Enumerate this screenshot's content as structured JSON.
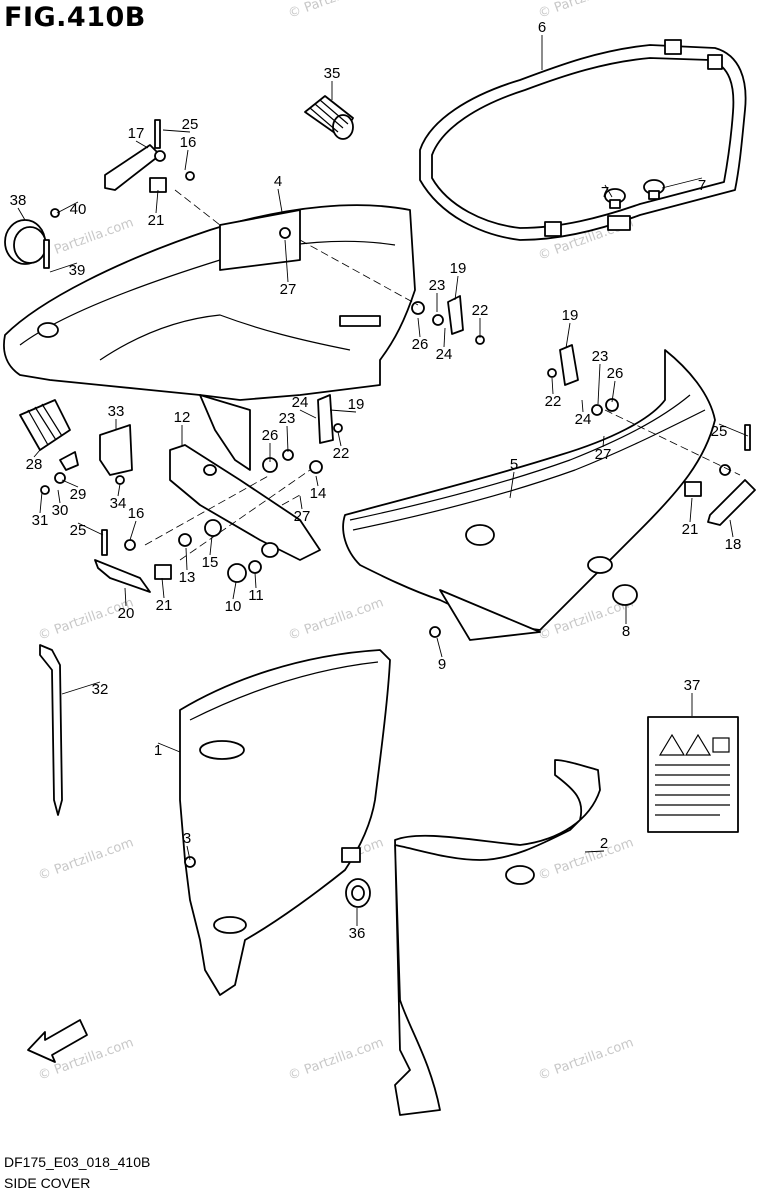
{
  "figure": {
    "title": "FIG.410B",
    "diagram_code": "DF175_E03_018_410B",
    "diagram_name": "SIDE COVER"
  },
  "watermark": {
    "text": "© Partzilla.com"
  },
  "callouts": [
    "1",
    "2",
    "3",
    "4",
    "5",
    "6",
    "7",
    "7",
    "8",
    "9",
    "10",
    "11",
    "12",
    "13",
    "14",
    "15",
    "16",
    "16",
    "17",
    "18",
    "19",
    "19",
    "19",
    "20",
    "21",
    "21",
    "21",
    "22",
    "22",
    "22",
    "23",
    "23",
    "23",
    "24",
    "24",
    "24",
    "25",
    "25",
    "25",
    "26",
    "26",
    "26",
    "27",
    "27",
    "27",
    "28",
    "29",
    "30",
    "31",
    "32",
    "33",
    "34",
    "35",
    "36",
    "37",
    "38",
    "39",
    "40"
  ],
  "fwd_label": "FWD",
  "colors": {
    "line": "#000000",
    "background": "#ffffff",
    "watermark": "#c8c8c8"
  }
}
